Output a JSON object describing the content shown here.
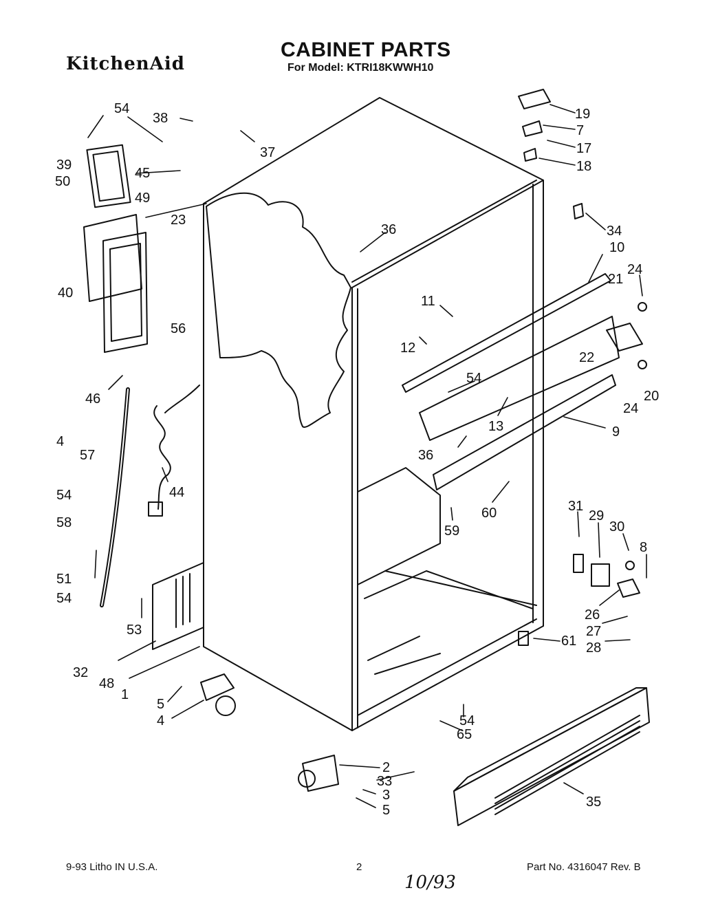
{
  "header": {
    "brand": "KitchenAid",
    "title": "CABINET PARTS",
    "model": "For Model: KTRI18KWWH10"
  },
  "callouts": {
    "c54a": "54",
    "c38": "38",
    "c37": "37",
    "c39": "39",
    "c45": "45",
    "c50": "50",
    "c49": "49",
    "c23": "23",
    "c40": "40",
    "c56": "56",
    "c36a": "36",
    "c19": "19",
    "c7": "7",
    "c17": "17",
    "c18": "18",
    "c34": "34",
    "c10": "10",
    "c24a": "24",
    "c21": "21",
    "c11": "11",
    "c12": "12",
    "c22": "22",
    "c20": "20",
    "c24b": "24",
    "c54b": "54",
    "c13": "13",
    "c9": "9",
    "c36b": "36",
    "c46": "46",
    "c4a": "4",
    "c57": "57",
    "c54c": "54",
    "c58": "58",
    "c44": "44",
    "c60": "60",
    "c59": "59",
    "c31": "31",
    "c29": "29",
    "c30": "30",
    "c8": "8",
    "c51": "51",
    "c54d": "54",
    "c26": "26",
    "c27": "27",
    "c28": "28",
    "c53": "53",
    "c61": "61",
    "c32": "32",
    "c48": "48",
    "c1": "1",
    "c5a": "5",
    "c4b": "4",
    "c54e": "54",
    "c65": "65",
    "c2": "2",
    "c33": "33",
    "c3": "3",
    "c5b": "5",
    "c35": "35"
  },
  "footer": {
    "litho": "9-93 Litho IN U.S.A.",
    "page": "2",
    "part": "Part No. 4316047 Rev. B",
    "handwritten": "10/93"
  }
}
